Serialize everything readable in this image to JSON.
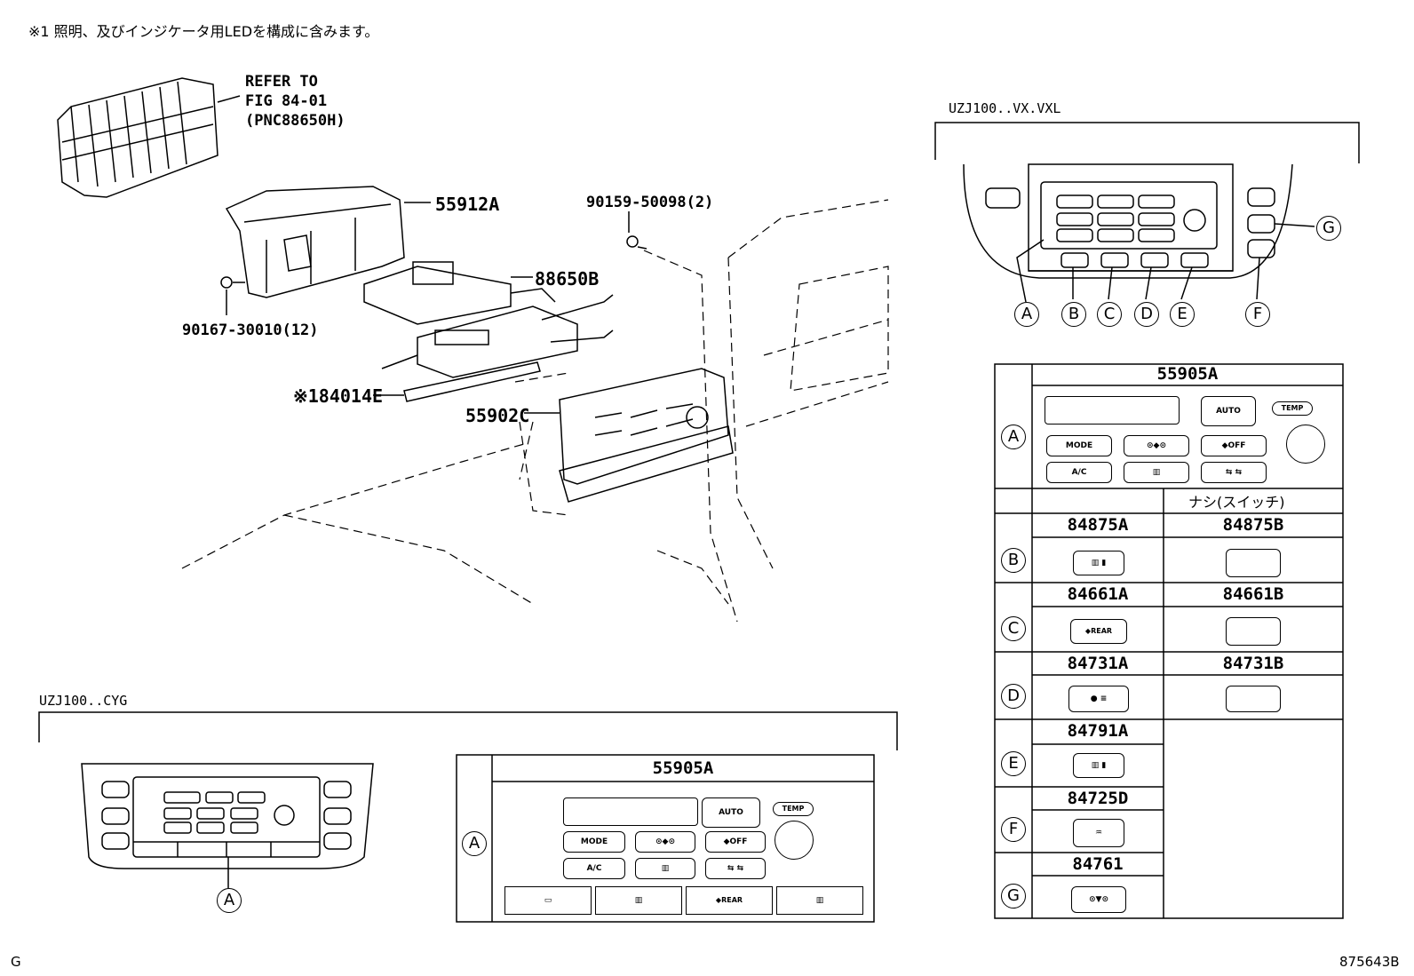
{
  "note": "※1 照明、及びインジケータ用LEDを構成に含みます。",
  "refer": {
    "line1": "REFER TO",
    "line2": "FIG 84-01",
    "line3": "(PNC88650H)"
  },
  "parts": {
    "p55912A": "55912A",
    "p88650B": "88650B",
    "p90159": "90159-50098(2)",
    "p90167": "90167-30010(12)",
    "p84014E": "※184014E",
    "p55902C": "55902C"
  },
  "variants": {
    "vx": "UZJ100..VX.VXL",
    "cyg": "UZJ100..CYG"
  },
  "callouts": [
    "A",
    "B",
    "C",
    "D",
    "E",
    "F",
    "G"
  ],
  "panel_labels": {
    "auto": "AUTO",
    "temp": "TEMP",
    "mode": "MODE",
    "off": "◆OFF",
    "ac": "A/C",
    "rear": "◆REAR"
  },
  "table": {
    "header_a": "55905A",
    "nashi": "ナシ(スイッチ)",
    "rows": [
      {
        "key": "B",
        "a": "84875A",
        "b": "84875B"
      },
      {
        "key": "C",
        "a": "84661A",
        "b": "84661B"
      },
      {
        "key": "D",
        "a": "84731A",
        "b": "84731B"
      },
      {
        "key": "E",
        "a": "84791A",
        "b": ""
      },
      {
        "key": "F",
        "a": "84725D",
        "b": ""
      },
      {
        "key": "G",
        "a": "84761",
        "b": ""
      }
    ]
  },
  "bottom_table": {
    "header": "55905A",
    "row_key": "A"
  },
  "corner_left": "G",
  "corner_right": "875643B"
}
